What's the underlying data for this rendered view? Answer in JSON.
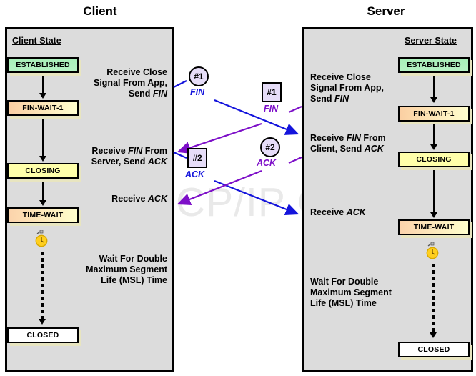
{
  "diagram": {
    "watermark": "The TCP/IP Guide",
    "columns": {
      "client_title": "Client",
      "server_title": "Server"
    }
  },
  "client": {
    "heading": "Client State",
    "states": [
      {
        "label": "ESTABLISHED"
      },
      {
        "label": "FIN-WAIT-1"
      },
      {
        "label": "CLOSING"
      },
      {
        "label": "TIME-WAIT"
      },
      {
        "label": "CLOSED"
      }
    ],
    "notes": [
      {
        "line1": "Receive Close",
        "line2": "Signal From App,",
        "line3_pre": "Send ",
        "line3_em": "FIN"
      },
      {
        "line1_pre": "Receive ",
        "line1_em": "FIN",
        "line1_post": " From",
        "line2_pre": "Server, Send ",
        "line2_em": "ACK"
      },
      {
        "line1_pre": "Receive ",
        "line1_em": "ACK"
      },
      {
        "line1": "Wait For Double",
        "line2": "Maximum Segment",
        "line3": "Life (MSL) Time"
      }
    ],
    "timer_icon": "stopwatch-icon"
  },
  "server": {
    "heading": "Server State",
    "states": [
      {
        "label": "ESTABLISHED"
      },
      {
        "label": "FIN-WAIT-1"
      },
      {
        "label": "CLOSING"
      },
      {
        "label": "TIME-WAIT"
      },
      {
        "label": "CLOSED"
      }
    ],
    "notes": [
      {
        "line1": "Receive Close",
        "line2": "Signal From App,",
        "line3_pre": "Send ",
        "line3_em": "FIN"
      },
      {
        "line1_pre": "Receive ",
        "line1_em": "FIN",
        "line1_post": " From",
        "line2_pre": "Client, Send ",
        "line2_em": "ACK"
      },
      {
        "line1_pre": "Receive ",
        "line1_em": "ACK"
      },
      {
        "line1": "Wait For Double",
        "line2": "Maximum Segment",
        "line3": "Life (MSL) Time"
      }
    ],
    "timer_icon": "stopwatch-icon"
  },
  "messages": [
    {
      "id": "#1",
      "label": "FIN",
      "origin": "client",
      "shape": "circle",
      "label_color": "#1414dc"
    },
    {
      "id": "#1",
      "label": "FIN",
      "origin": "server",
      "shape": "square",
      "label_color": "#7d0fc8"
    },
    {
      "id": "#2",
      "label": "ACK",
      "origin": "client",
      "shape": "square",
      "label_color": "#1414dc"
    },
    {
      "id": "#2",
      "label": "ACK",
      "origin": "server",
      "shape": "circle",
      "label_color": "#7d0fc8"
    }
  ],
  "colors": {
    "client_message": "#1414dc",
    "server_message": "#7d0fc8",
    "panel_background": "#dcdcdc",
    "established": "#a8efb8",
    "fin_wait_1": "#fbcfa2",
    "closing": "#ffffaa",
    "time_wait": "#fbd3ab",
    "closed": "#ffffff",
    "marker_fill": "#e6ddf8",
    "watermark": "#e9e9e9"
  }
}
